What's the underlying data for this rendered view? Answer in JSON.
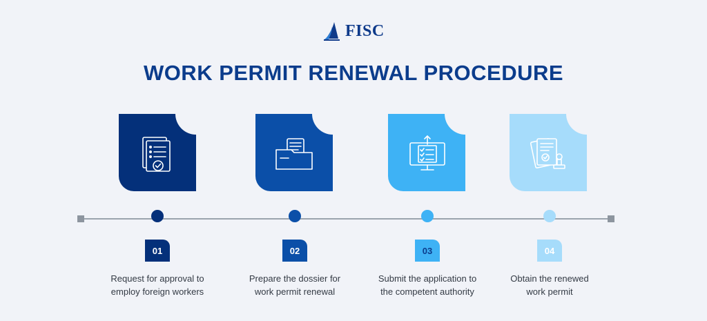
{
  "brand": {
    "name": "FISC"
  },
  "title": "WORK PERMIT RENEWAL PROCEDURE",
  "colors": {
    "step1": "#04307a",
    "step2": "#0b4fa8",
    "step3": "#3eb2f5",
    "step4": "#a6dcfb",
    "title": "#0b3c8c",
    "timeline": "#9aa3ad"
  },
  "steps": [
    {
      "number": "01",
      "line1": "Request for approval to",
      "line2": "employ foreign workers",
      "icon": "document-check-icon"
    },
    {
      "number": "02",
      "line1": "Prepare the dossier for",
      "line2": "work permit renewal",
      "icon": "folder-documents-icon"
    },
    {
      "number": "03",
      "line1": "Submit the application to",
      "line2": "the competent authority",
      "icon": "monitor-upload-icon"
    },
    {
      "number": "04",
      "line1": "Obtain the renewed",
      "line2": "work permit",
      "icon": "certificate-stamp-icon"
    }
  ]
}
